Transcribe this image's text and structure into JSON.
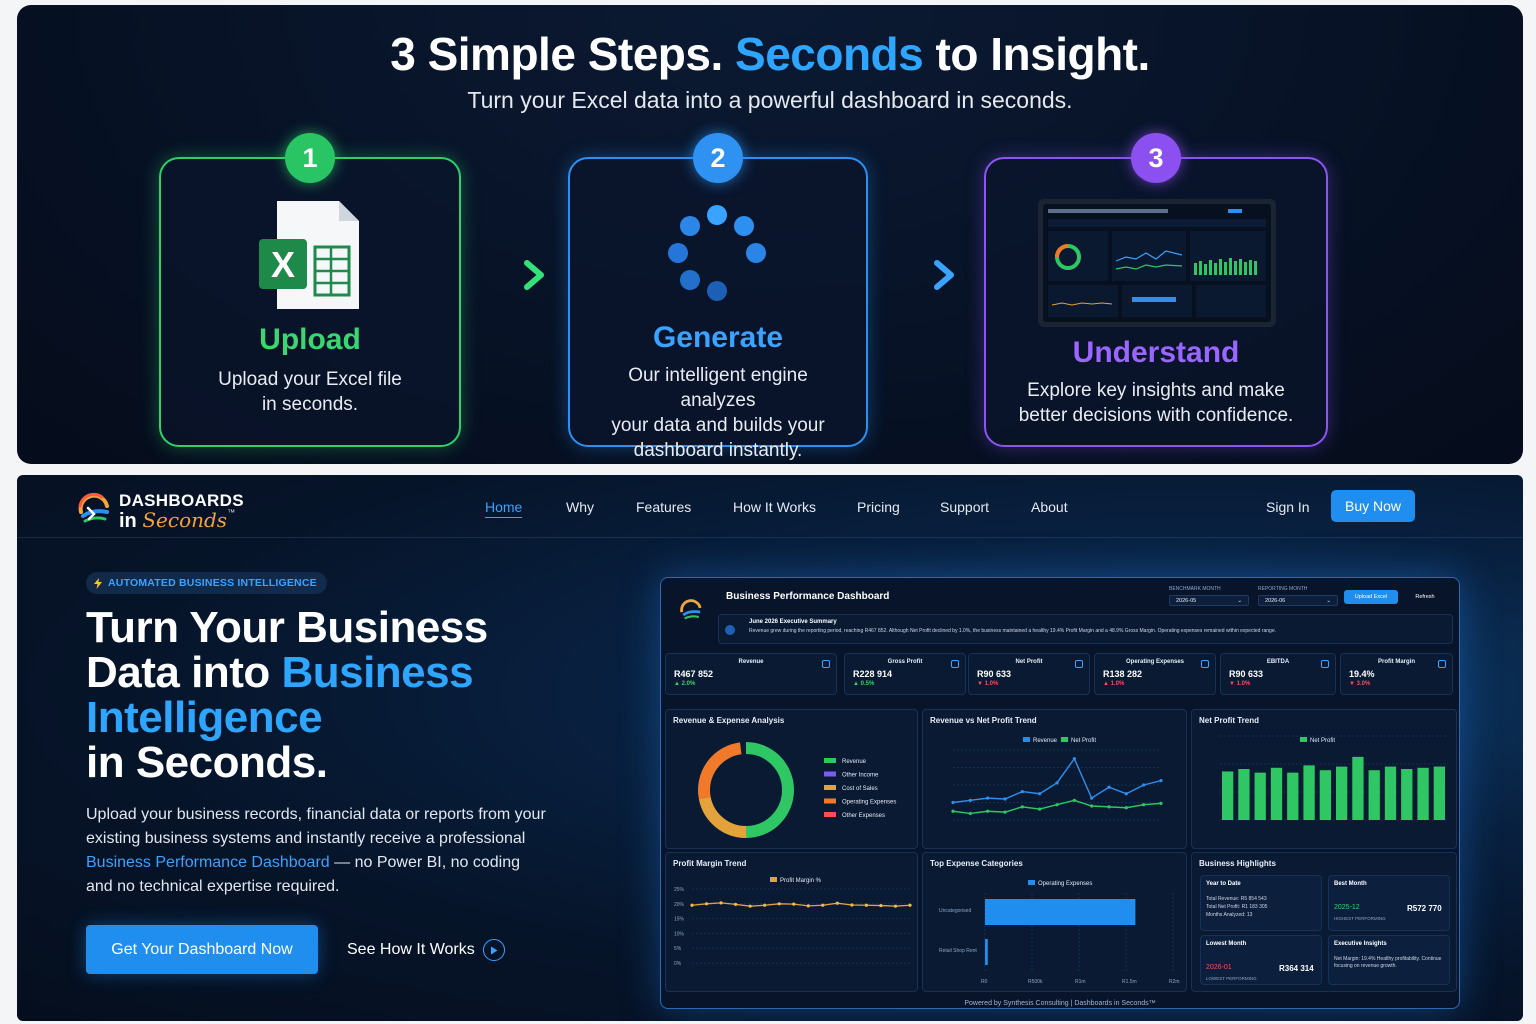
{
  "steps_section": {
    "title_part1": "3 Simple Steps. ",
    "title_accent": "Seconds",
    "title_part2": " to Insight.",
    "subtitle": "Turn your Excel data into a powerful dashboard in seconds.",
    "steps": [
      {
        "number": "1",
        "name": "Upload",
        "line1": "Upload your Excel file",
        "line2": "in seconds.",
        "line3": "",
        "color": "#2fd06a"
      },
      {
        "number": "2",
        "name": "Generate",
        "line1": "Our intelligent engine analyzes",
        "line2": "your data and builds your",
        "line3": "dashboard instantly.",
        "color": "#2f8ff0"
      },
      {
        "number": "3",
        "name": "Understand",
        "line1": "Explore key insights and make",
        "line2": "better decisions with confidence.",
        "line3": "",
        "color": "#8a55f0"
      }
    ],
    "excel_letter": "X"
  },
  "navbar": {
    "logo_top": "DASHBOARDS",
    "logo_in": "in ",
    "logo_script": "Seconds",
    "logo_tm": "™",
    "links": [
      "Home",
      "Why",
      "Features",
      "How It Works",
      "Pricing",
      "Support",
      "About"
    ],
    "sign_in": "Sign In",
    "buy_now": "Buy Now"
  },
  "hero": {
    "badge": "AUTOMATED BUSINESS INTELLIGENCE",
    "title_line1": "Turn Your Business",
    "title_line2a": "Data into ",
    "title_line2b": "Business",
    "title_line3": "Intelligence",
    "title_line4": "in Seconds.",
    "desc_part1": "Upload your business records, financial data or reports from your existing business systems and instantly receive a professional ",
    "desc_link": "Business Performance Dashboard",
    "desc_part2": " — no Power BI, no coding and no technical expertise required.",
    "cta_primary": "Get Your Dashboard Now",
    "cta_secondary": "See How It Works"
  },
  "dashboard": {
    "title": "Business Performance Dashboard",
    "benchmark_label": "BENCHMARK MONTH",
    "benchmark_value": "2026-05",
    "reporting_label": "REPORTING MONTH",
    "reporting_value": "2026-06",
    "upload_button": "Upload Excel",
    "refresh_button": "Refresh",
    "summary_title": "June 2026 Executive Summary",
    "summary_text": "Revenue grew during the reporting period, reaching R467 852. Although Net Profit declined by 1.0%, the business maintained a healthy 19.4% Profit Margin and a 48.9% Gross Margin. Operating expenses remained within expected range.",
    "kpis": [
      {
        "label": "Revenue",
        "value": "R467 852",
        "delta": "▲ 2.0%",
        "dir": "up"
      },
      {
        "label": "Gross Profit",
        "value": "R228 914",
        "delta": "▲ 0.5%",
        "dir": "up"
      },
      {
        "label": "Net Profit",
        "value": "R90 633",
        "delta": "▼ 1.0%",
        "dir": "down"
      },
      {
        "label": "Operating Expenses",
        "value": "R138 282",
        "delta": "▲ 1.0%",
        "dir": "down"
      },
      {
        "label": "EBITDA",
        "value": "R90 633",
        "delta": "▼ 1.0%",
        "dir": "down"
      },
      {
        "label": "Profit Margin",
        "value": "19.4%",
        "delta": "▼ 3.0%",
        "dir": "down"
      }
    ],
    "panels": {
      "rev_exp": "Revenue & Expense Analysis",
      "rev_np_trend": "Revenue vs Net Profit Trend",
      "np_trend": "Net Profit Trend",
      "margin_trend": "Profit Margin Trend",
      "top_expense": "Top Expense Categories",
      "highlights": "Business Highlights"
    },
    "donut_legend": [
      "Revenue",
      "Other Income",
      "Cost of Sales",
      "Operating Expenses",
      "Other Expenses"
    ],
    "donut_colors": [
      "#2fc764",
      "#7b5cf0",
      "#e3a33a",
      "#f07a2a",
      "#ff4b57"
    ],
    "highlights": {
      "ytd_title": "Year to Date",
      "ytd_line1": "Total Revenue: R5 854 543",
      "ytd_line2": "Total Net Profit: R1 183 305",
      "ytd_line3": "Months Analyzed: 13",
      "best_title": "Best Month",
      "best_month": "2025-12",
      "best_value": "R572 770",
      "best_tag": "HIGHEST PERFORMING",
      "lowest_title": "Lowest Month",
      "lowest_month": "2026-01",
      "lowest_value": "R364 314",
      "lowest_tag": "LOWEST PERFORMING",
      "exec_title": "Executive Insights",
      "exec_text": "Net Margin: 19.4% Healthy profitability. Continue focusing on revenue growth."
    },
    "footer": "Powered by Synthesis Consulting | Dashboards in Seconds™"
  },
  "chart_data": [
    {
      "type": "line",
      "title": "Revenue vs Net Profit Trend",
      "series": [
        {
          "name": "Revenue",
          "values": [
            420,
            425,
            430,
            428,
            445,
            440,
            465,
            520,
            430,
            455,
            440,
            460,
            470
          ]
        },
        {
          "name": "Net Profit",
          "values": [
            400,
            395,
            400,
            398,
            410,
            405,
            415,
            425,
            412,
            410,
            408,
            415,
            418
          ]
        }
      ]
    },
    {
      "type": "bar",
      "title": "Net Profit Trend",
      "series": [
        {
          "name": "Net Profit",
          "values": [
            80,
            84,
            78,
            86,
            78,
            90,
            82,
            88,
            104,
            82,
            88,
            84,
            86,
            88
          ]
        }
      ]
    },
    {
      "type": "line",
      "title": "Profit Margin Trend",
      "series": [
        {
          "name": "Profit Margin %",
          "values": [
            19.5,
            20.0,
            20.3,
            19.8,
            19.2,
            19.5,
            20.0,
            19.9,
            19.3,
            19.5,
            20.2,
            19.6,
            19.5,
            19.4,
            19.2,
            19.5
          ]
        }
      ],
      "ytick_labels": [
        "25%",
        "20%",
        "15%",
        "10%",
        "5%",
        "0%"
      ]
    },
    {
      "type": "bar",
      "title": "Top Expense Categories",
      "categories": [
        "Uncategorised",
        "Retail Shop Rent"
      ],
      "series": [
        {
          "name": "Operating Expenses",
          "values": [
            1.6,
            0.03
          ]
        }
      ],
      "xtick_labels": [
        "R0",
        "R500k",
        "R1m",
        "R1.5m",
        "R2m"
      ]
    }
  ]
}
